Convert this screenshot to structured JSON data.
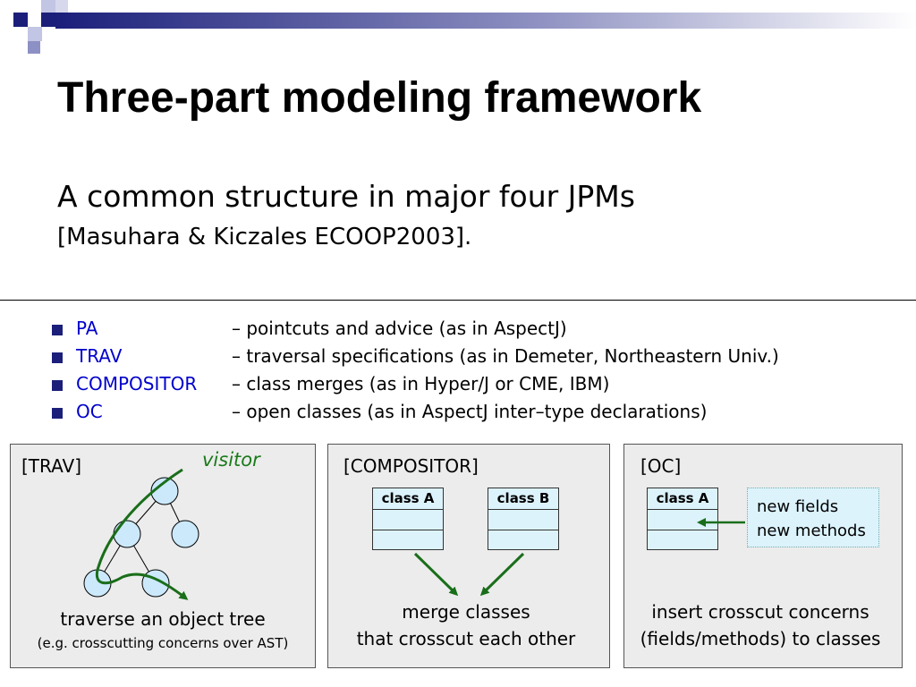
{
  "slide": {
    "title": "Three-part modeling framework",
    "subtitle": "A common structure in major four JPMs",
    "citation": "[Masuhara & Kiczales ECOOP2003]."
  },
  "bullets": [
    {
      "keyword": "PA",
      "description": "– pointcuts and advice (as in AspectJ)"
    },
    {
      "keyword": "TRAV",
      "description": "– traversal specifications (as in Demeter, Northeastern Univ.)"
    },
    {
      "keyword": "COMPOSITOR",
      "description": "– class merges (as in Hyper/J or CME, IBM)"
    },
    {
      "keyword": "OC",
      "description": "– open classes (as in AspectJ inter–type declarations)"
    }
  ],
  "panels": {
    "trav": {
      "label": "[TRAV]",
      "visitor_label": "visitor",
      "caption_line1": "traverse an object tree",
      "caption_line2": "(e.g. crosscutting concerns over AST)"
    },
    "compositor": {
      "label": "[COMPOSITOR]",
      "class_a": "class A",
      "class_b": "class B",
      "caption_line1": "merge classes",
      "caption_line2": "that crosscut each other"
    },
    "oc": {
      "label": "[OC]",
      "class_a": "class A",
      "new_fields": "new fields",
      "new_methods": "new methods",
      "caption_line1": "insert crosscut concerns",
      "caption_line2": "(fields/methods) to classes"
    }
  },
  "colors": {
    "header_navy": "#1b1f7a",
    "keyword_blue": "#0000cc",
    "visitor_green": "#1a7a1a",
    "arrow_green": "#1a6e1a",
    "node_fill": "#cce9fb",
    "class_fill": "#dcf3fc",
    "panel_fill": "#ececec"
  }
}
